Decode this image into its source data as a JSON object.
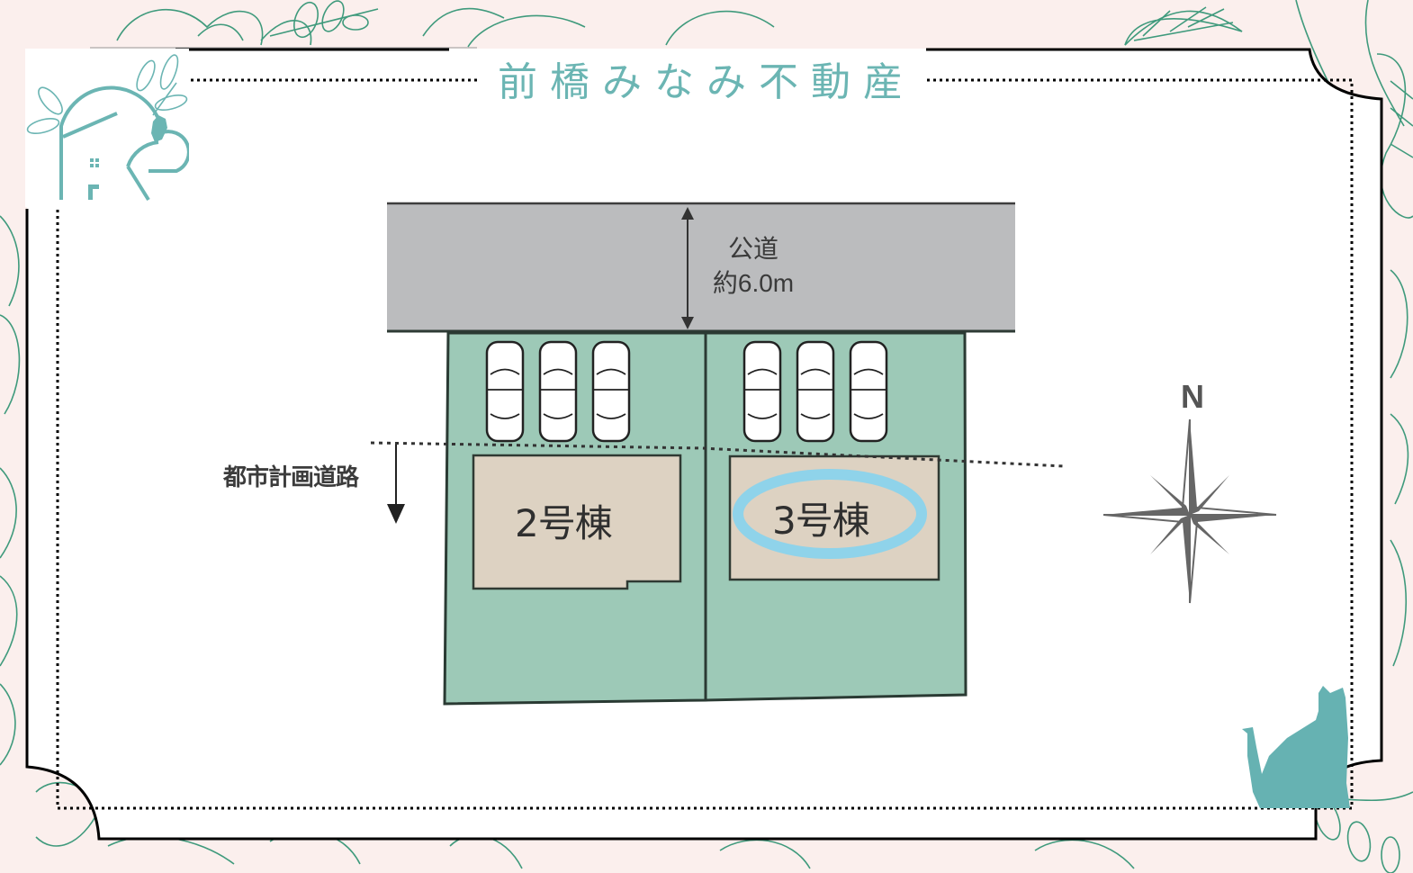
{
  "brand": {
    "title": "前橋みなみ不動産",
    "accent_color": "#6bb5b3"
  },
  "site_plan": {
    "road": {
      "name": "公道",
      "width": "約6.0m",
      "fill_color": "#bbbcbe"
    },
    "city_planning_road": {
      "label": "都市計画道路"
    },
    "lots": [
      {
        "id": "lot-2",
        "label": "2号棟",
        "parking_spaces": 3,
        "highlighted": false
      },
      {
        "id": "lot-3",
        "label": "3号棟",
        "parking_spaces": 3,
        "highlighted": true
      }
    ],
    "lot_color": "#9dc9b7",
    "building_color": "#ddd2c2",
    "highlight_color": "#8fd3ea",
    "compass": {
      "north_label": "N"
    }
  },
  "decorations": {
    "logo": "house-leaf-cat-logo",
    "corner_cat": "sitting-cat-silhouette",
    "background": "botanical-line-art",
    "background_color": "#fbefed"
  }
}
